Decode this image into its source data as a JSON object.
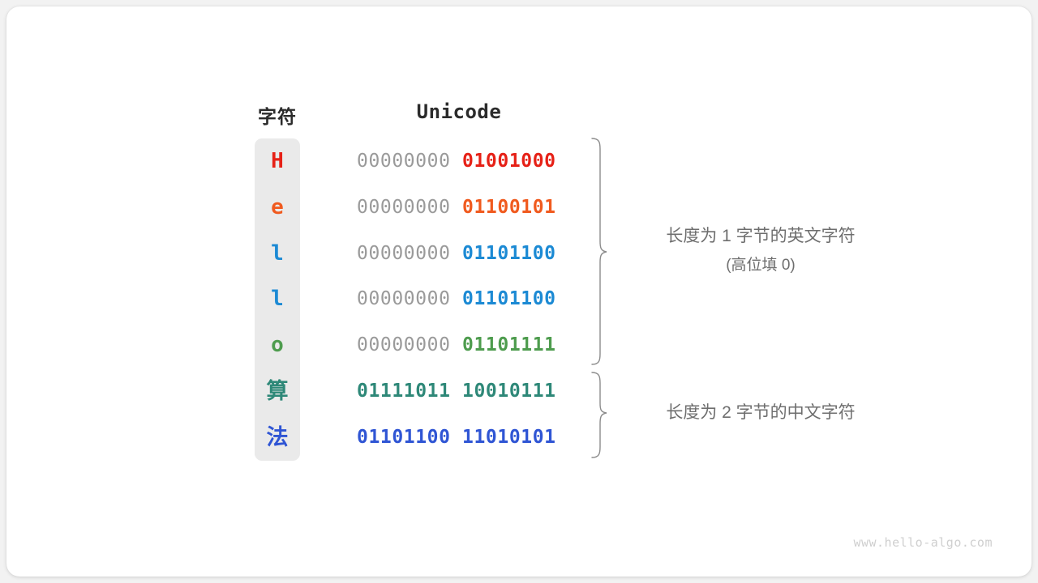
{
  "headers": {
    "character": "字符",
    "unicode": "Unicode"
  },
  "rows": [
    {
      "char": "H",
      "color": "#e62117",
      "high_byte": "00000000",
      "low_byte": "01001000",
      "high_gray": true,
      "cjk": false
    },
    {
      "char": "e",
      "color": "#f05a1e",
      "high_byte": "00000000",
      "low_byte": "01100101",
      "high_gray": true,
      "cjk": false
    },
    {
      "char": "l",
      "color": "#1c8ad4",
      "high_byte": "00000000",
      "low_byte": "01101100",
      "high_gray": true,
      "cjk": false
    },
    {
      "char": "l",
      "color": "#1c8ad4",
      "high_byte": "00000000",
      "low_byte": "01101100",
      "high_gray": true,
      "cjk": false
    },
    {
      "char": "o",
      "color": "#4e9c4e",
      "high_byte": "00000000",
      "low_byte": "01101111",
      "high_gray": true,
      "cjk": false
    },
    {
      "char": "算",
      "color": "#2e8878",
      "high_byte": "01111011",
      "low_byte": "10010111",
      "high_gray": false,
      "cjk": true
    },
    {
      "char": "法",
      "color": "#2f55d4",
      "high_byte": "01101100",
      "low_byte": "11010101",
      "high_gray": false,
      "cjk": true
    }
  ],
  "annotations": {
    "ascii_main": "长度为 1 字节的英文字符",
    "ascii_sub": "(高位填 0)",
    "cjk_main": "长度为 2 字节的中文字符"
  },
  "watermark": "www.hello-algo.com",
  "colors": {
    "page_background": "#f2f2f2",
    "card_background": "#ffffff",
    "column_background": "#eaeaea",
    "high_byte_gray": "#9a9a9a",
    "annotation_gray": "#6e6e6e",
    "header_text": "#2b2b2b",
    "brace_stroke": "#8c8c8c",
    "watermark_gray": "#cfcfcf"
  }
}
